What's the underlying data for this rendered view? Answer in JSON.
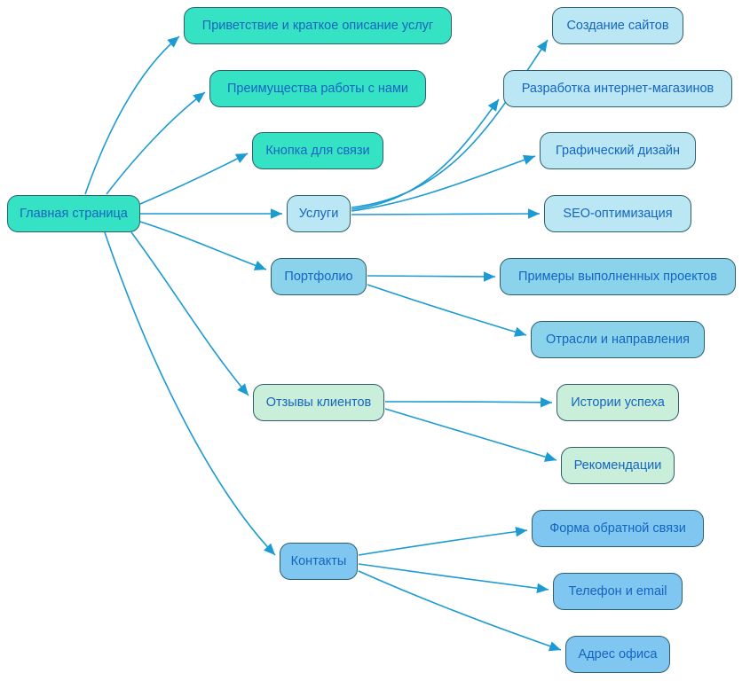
{
  "nodes": {
    "root": "Главная страница",
    "greeting": "Приветствие и краткое описание услуг",
    "advantages": "Преимущества работы с нами",
    "contact_button": "Кнопка для связи",
    "services": "Услуги",
    "site_creation": "Создание сайтов",
    "ecommerce": "Разработка интернет-магазинов",
    "graphic_design": "Графический дизайн",
    "seo": "SEO-оптимизация",
    "portfolio": "Портфолио",
    "project_examples": "Примеры выполненных проектов",
    "industries": "Отрасли и направления",
    "reviews": "Отзывы клиентов",
    "success_stories": "Истории успеха",
    "recommendations": "Рекомендации",
    "contacts": "Контакты",
    "feedback_form": "Форма обратной связи",
    "phone_email": "Телефон и email",
    "office_address": "Адрес офиса"
  },
  "colors": {
    "group_main": "#35e2c4",
    "group_services": "#bae7f3",
    "group_portfolio": "#8ad3ea",
    "group_reviews": "#c9eeda",
    "group_contacts": "#7fc6f0",
    "edge": "#1c9ad2",
    "text": "#1565c0",
    "node_border": "#2f5f6e"
  }
}
